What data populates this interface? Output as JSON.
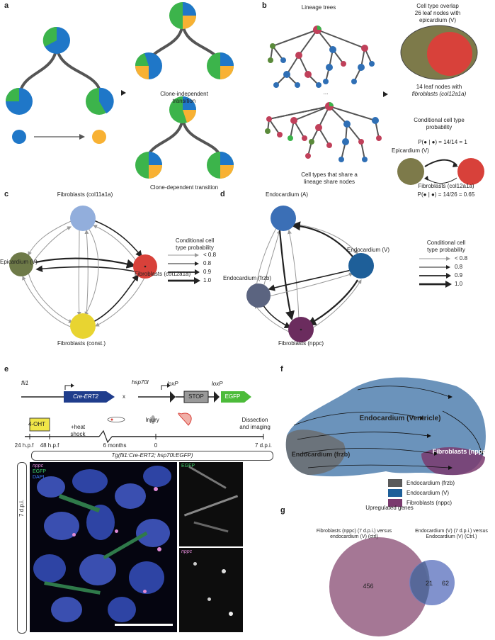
{
  "panel_labels": [
    "a",
    "b",
    "c",
    "d",
    "e",
    "f",
    "g"
  ],
  "a": {
    "label_independent": "Clone-independent transition",
    "label_dependent": "Clone-dependent transition",
    "colors": {
      "blue": "#1f77c8",
      "green": "#3cb44b",
      "orange": "#f8b133"
    }
  },
  "b": {
    "lineage_title": "Lineage trees",
    "ellipsis": "...",
    "share_caption": "Cell types that share a lineage share nodes",
    "overlap_title": "Cell type overlap",
    "epi_nodes": "26 leaf nodes with epicardium (V)",
    "fib_nodes_line1": "14 leaf nodes with",
    "fib_nodes_line2": "fibroblasts (col12a1a)",
    "cond_title": "Conditional cell type probability",
    "p1": "P(● | ●) = 14/14 = 1",
    "epi_label": "Epicardium (V)",
    "fib_label": "Fibroblasts (col12a1a)",
    "p2": "P(● | ●) = 14/26 = 0.65"
  },
  "c": {
    "nodes": {
      "top": "Fibroblasts (col11a1a)",
      "left": "Epicardium (V)",
      "right": "Fibroblasts (col12a1a)",
      "bottom": "Fibroblasts (const.)"
    },
    "legend_title": "Conditional cell type probability",
    "legend_items": [
      "< 0.8",
      "0.8",
      "0.9",
      "1.0"
    ]
  },
  "d": {
    "nodes": {
      "top": "Endocardium (A)",
      "right": "Endocardium (V)",
      "left": "Endocardium (frzb)",
      "bottom": "Fibroblasts (nppc)"
    },
    "legend_title": "Conditional cell type probability",
    "legend_items": [
      "< 0.8",
      "0.8",
      "0.9",
      "1.0"
    ]
  },
  "e": {
    "construct1_promoter": "fli1",
    "construct1_gene": "Cre-ERT2",
    "cross": "x",
    "construct2_promoter": "hsp70l",
    "loxp1": "loxP",
    "stop": "STOP",
    "loxp2": "loxP",
    "reporter": "EGFP",
    "ohtbox": "4-OHT",
    "heatshock": "+heat shock",
    "injury": "Injury",
    "dissection": "Dissection and imaging",
    "timepoints": [
      "24 h.p.f",
      "48 h.p.f",
      "6 months",
      "0",
      "7 d.p.i."
    ],
    "genotype": "Tg(fli1:Cre-ERT2; hsp70l:EGFP)",
    "side_label": "7 d.p.i.",
    "channels": [
      "nppc",
      "EGFP",
      "DAPI"
    ],
    "gray1_label": "EGFP",
    "gray2_label": "nppc"
  },
  "f": {
    "clusters": [
      "Endocardium (Ventricle)",
      "Endocardium (frzb)",
      "Fibroblasts (nppc)"
    ],
    "legend": [
      {
        "label": "Endocardium (frzb)",
        "color": "#5a5a5a"
      },
      {
        "label": "Endocardium (V)",
        "color": "#1e5f99"
      },
      {
        "label": "Fibroblasts (nppc)",
        "color": "#7a3a6e"
      }
    ]
  },
  "g": {
    "title": "Upregulated genes",
    "left_label": "Fibroblasts (nppc) (7 d.p.i.) versus endocardium (V) (ctrl)",
    "right_label": "Endocardium (V) (7 d.p.i.) versus Endocardium (V) (Ctrl.)",
    "counts": {
      "left_only": 456,
      "overlap": 21,
      "right_only": 62
    }
  }
}
